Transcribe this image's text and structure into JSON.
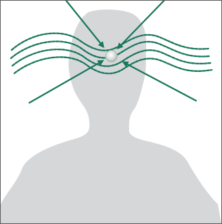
{
  "diagram": {
    "colors": {
      "silhouette": "#d6d7d9",
      "wave": "#18775a",
      "arrow": "#18775a",
      "focus_point_fill": "#c9d1cd",
      "focus_point_highlight": "#ffffff",
      "border": "#5a5a5a",
      "background": "#ffffff"
    },
    "elements": {
      "human_silhouette": "head-and-shoulders",
      "wave_lines": 4,
      "wave_style": "dashed",
      "arrows": 4,
      "arrow_target": "focus-point"
    }
  }
}
